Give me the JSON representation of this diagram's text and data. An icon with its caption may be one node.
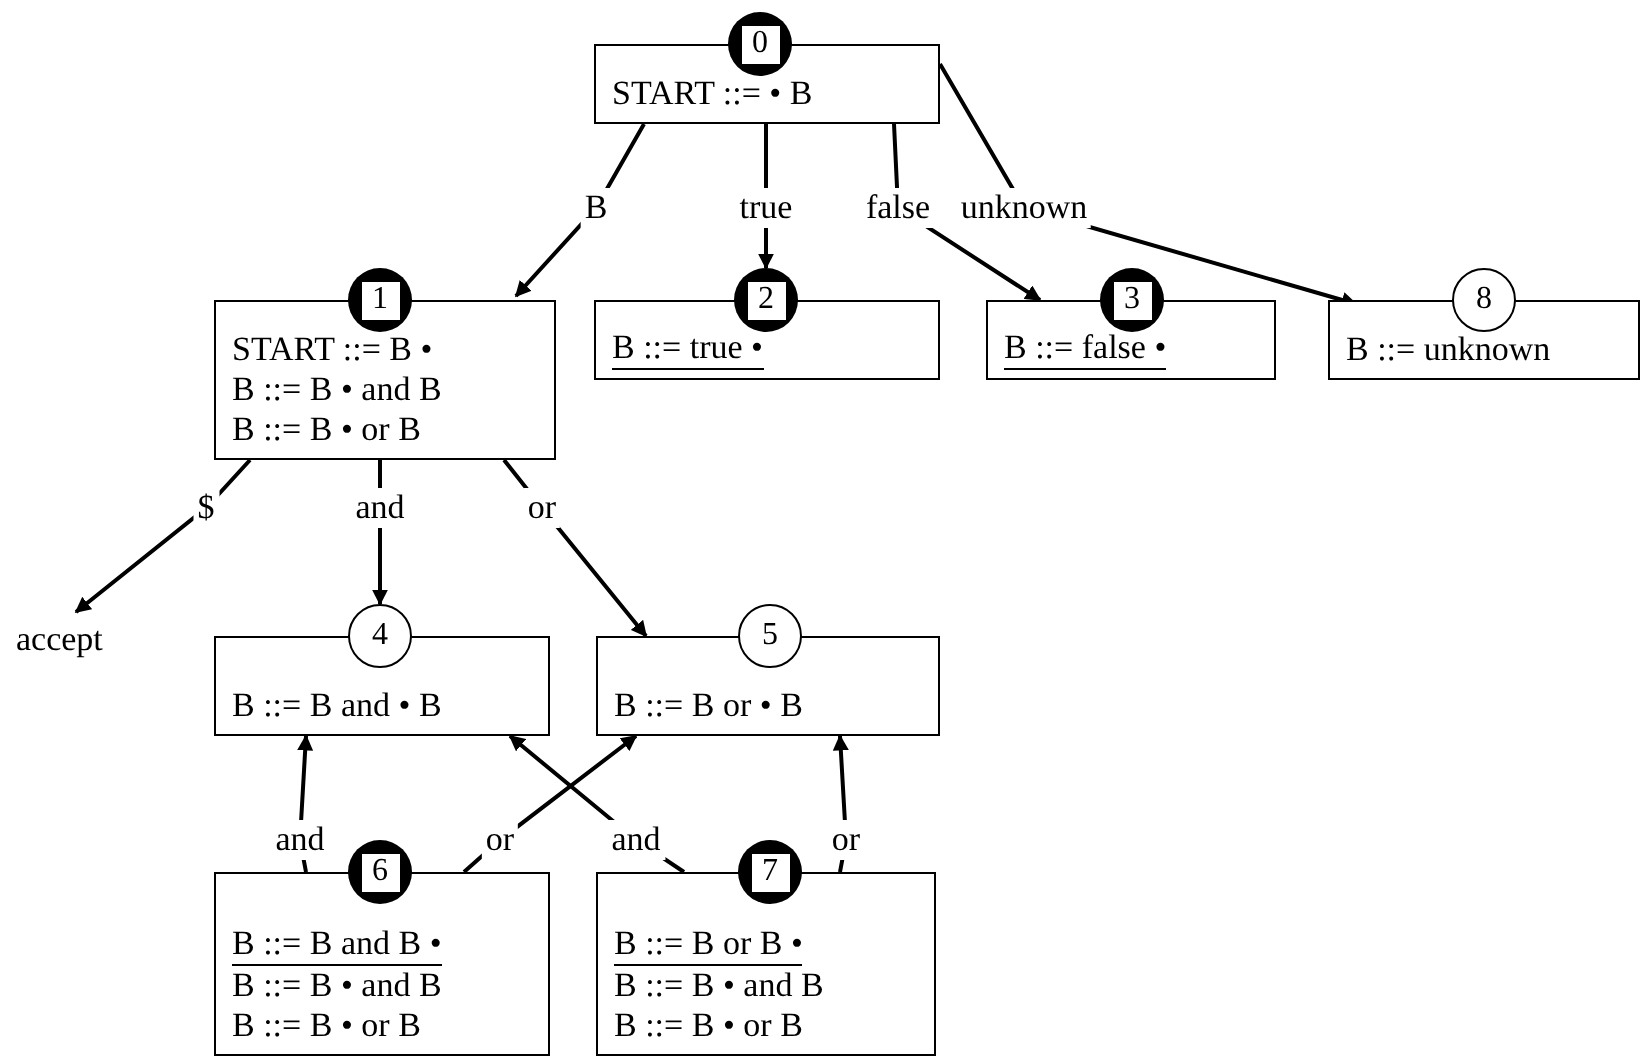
{
  "diagram": {
    "nodes": [
      {
        "text": [
          "0",
          "START ::= • B"
        ]
      },
      {
        "text": [
          "1",
          "START ::= B •",
          "B ::= B • and B",
          "B ::= B • or B"
        ]
      },
      {
        "text": [
          "2",
          "B ::= true •"
        ]
      },
      {
        "text": [
          "3",
          "B ::= false •"
        ]
      },
      {
        "text": [
          "8",
          "B ::= unknown"
        ]
      },
      {
        "text": [
          "accept"
        ]
      },
      {
        "text": [
          "4",
          "B ::= B and • B"
        ]
      },
      {
        "text": [
          "5",
          "B ::= B or • B"
        ]
      },
      {
        "text": [
          "6",
          "B ::= B and B •",
          "B ::= B • and B",
          "B ::= B • or B"
        ]
      },
      {
        "text": [
          "7",
          "B ::= B or B •",
          "B ::= B • and B",
          "B ::= B • or B"
        ]
      }
    ],
    "edges": [
      {
        "from": 0,
        "to": 1,
        "arrow": "to",
        "label": "B"
      },
      {
        "from": 0,
        "to": 2,
        "arrow": "to",
        "label": "true"
      },
      {
        "from": 0,
        "to": 3,
        "arrow": "to",
        "label": "false"
      },
      {
        "from": 0,
        "to": 4,
        "arrow": "to",
        "label": "unknown"
      },
      {
        "from": 1,
        "to": 5,
        "arrow": "to",
        "label": "$"
      },
      {
        "from": 1,
        "to": 6,
        "arrow": "to",
        "label": "and"
      },
      {
        "from": 1,
        "to": 7,
        "arrow": "to",
        "label": "or"
      },
      {
        "from": 8,
        "to": 6,
        "arrow": "to",
        "label": "and"
      },
      {
        "from": 8,
        "to": 7,
        "arrow": "to",
        "label": "or"
      },
      {
        "from": 9,
        "to": 6,
        "arrow": "to",
        "label": "and"
      },
      {
        "from": 9,
        "to": 7,
        "arrow": "to",
        "label": "or"
      }
    ]
  }
}
